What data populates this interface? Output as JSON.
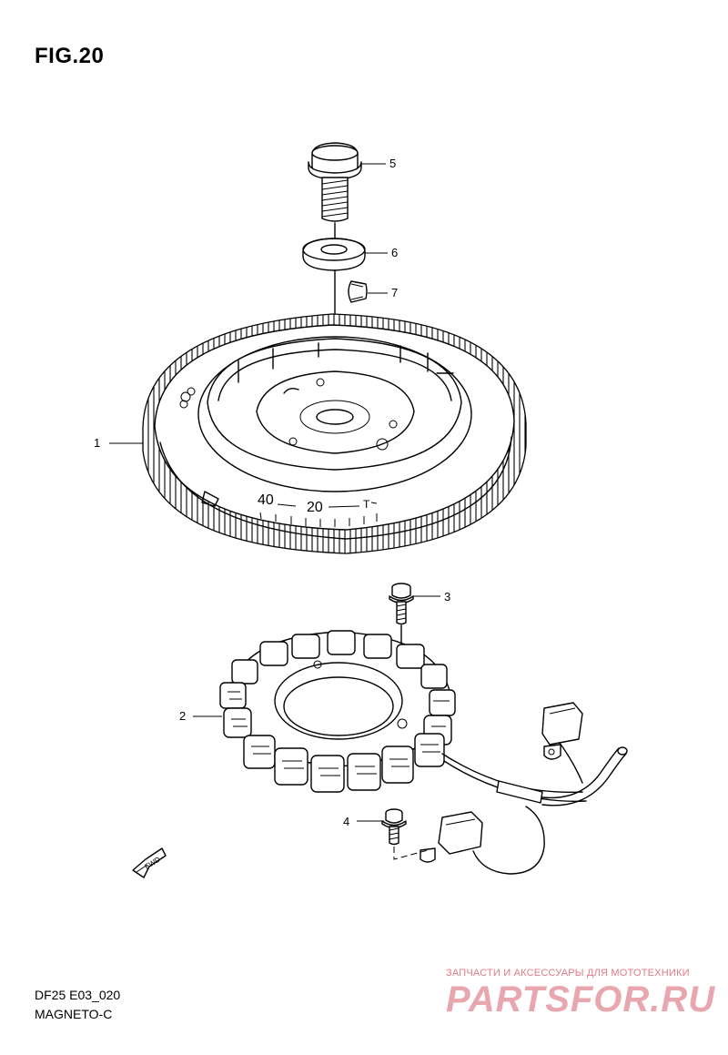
{
  "figure": {
    "title": "FIG.20"
  },
  "callouts": [
    {
      "id": "1",
      "label": "1"
    },
    {
      "id": "2",
      "label": "2"
    },
    {
      "id": "3",
      "label": "3"
    },
    {
      "id": "4",
      "label": "4"
    },
    {
      "id": "5",
      "label": "5"
    },
    {
      "id": "6",
      "label": "6"
    },
    {
      "id": "7",
      "label": "7"
    }
  ],
  "flywheel_marks": {
    "mark_40": "40",
    "mark_20": "20",
    "mark_t": "T"
  },
  "direction_tag": "FWD",
  "footer": {
    "code": "DF25 E03_020",
    "name": "MAGNETO-C"
  },
  "watermark": {
    "subtitle": "ЗАПЧАСТИ И АКСЕССУАРЫ ДЛЯ МОТОТЕХНИКИ",
    "logo": "PARTSFOR.RU"
  }
}
